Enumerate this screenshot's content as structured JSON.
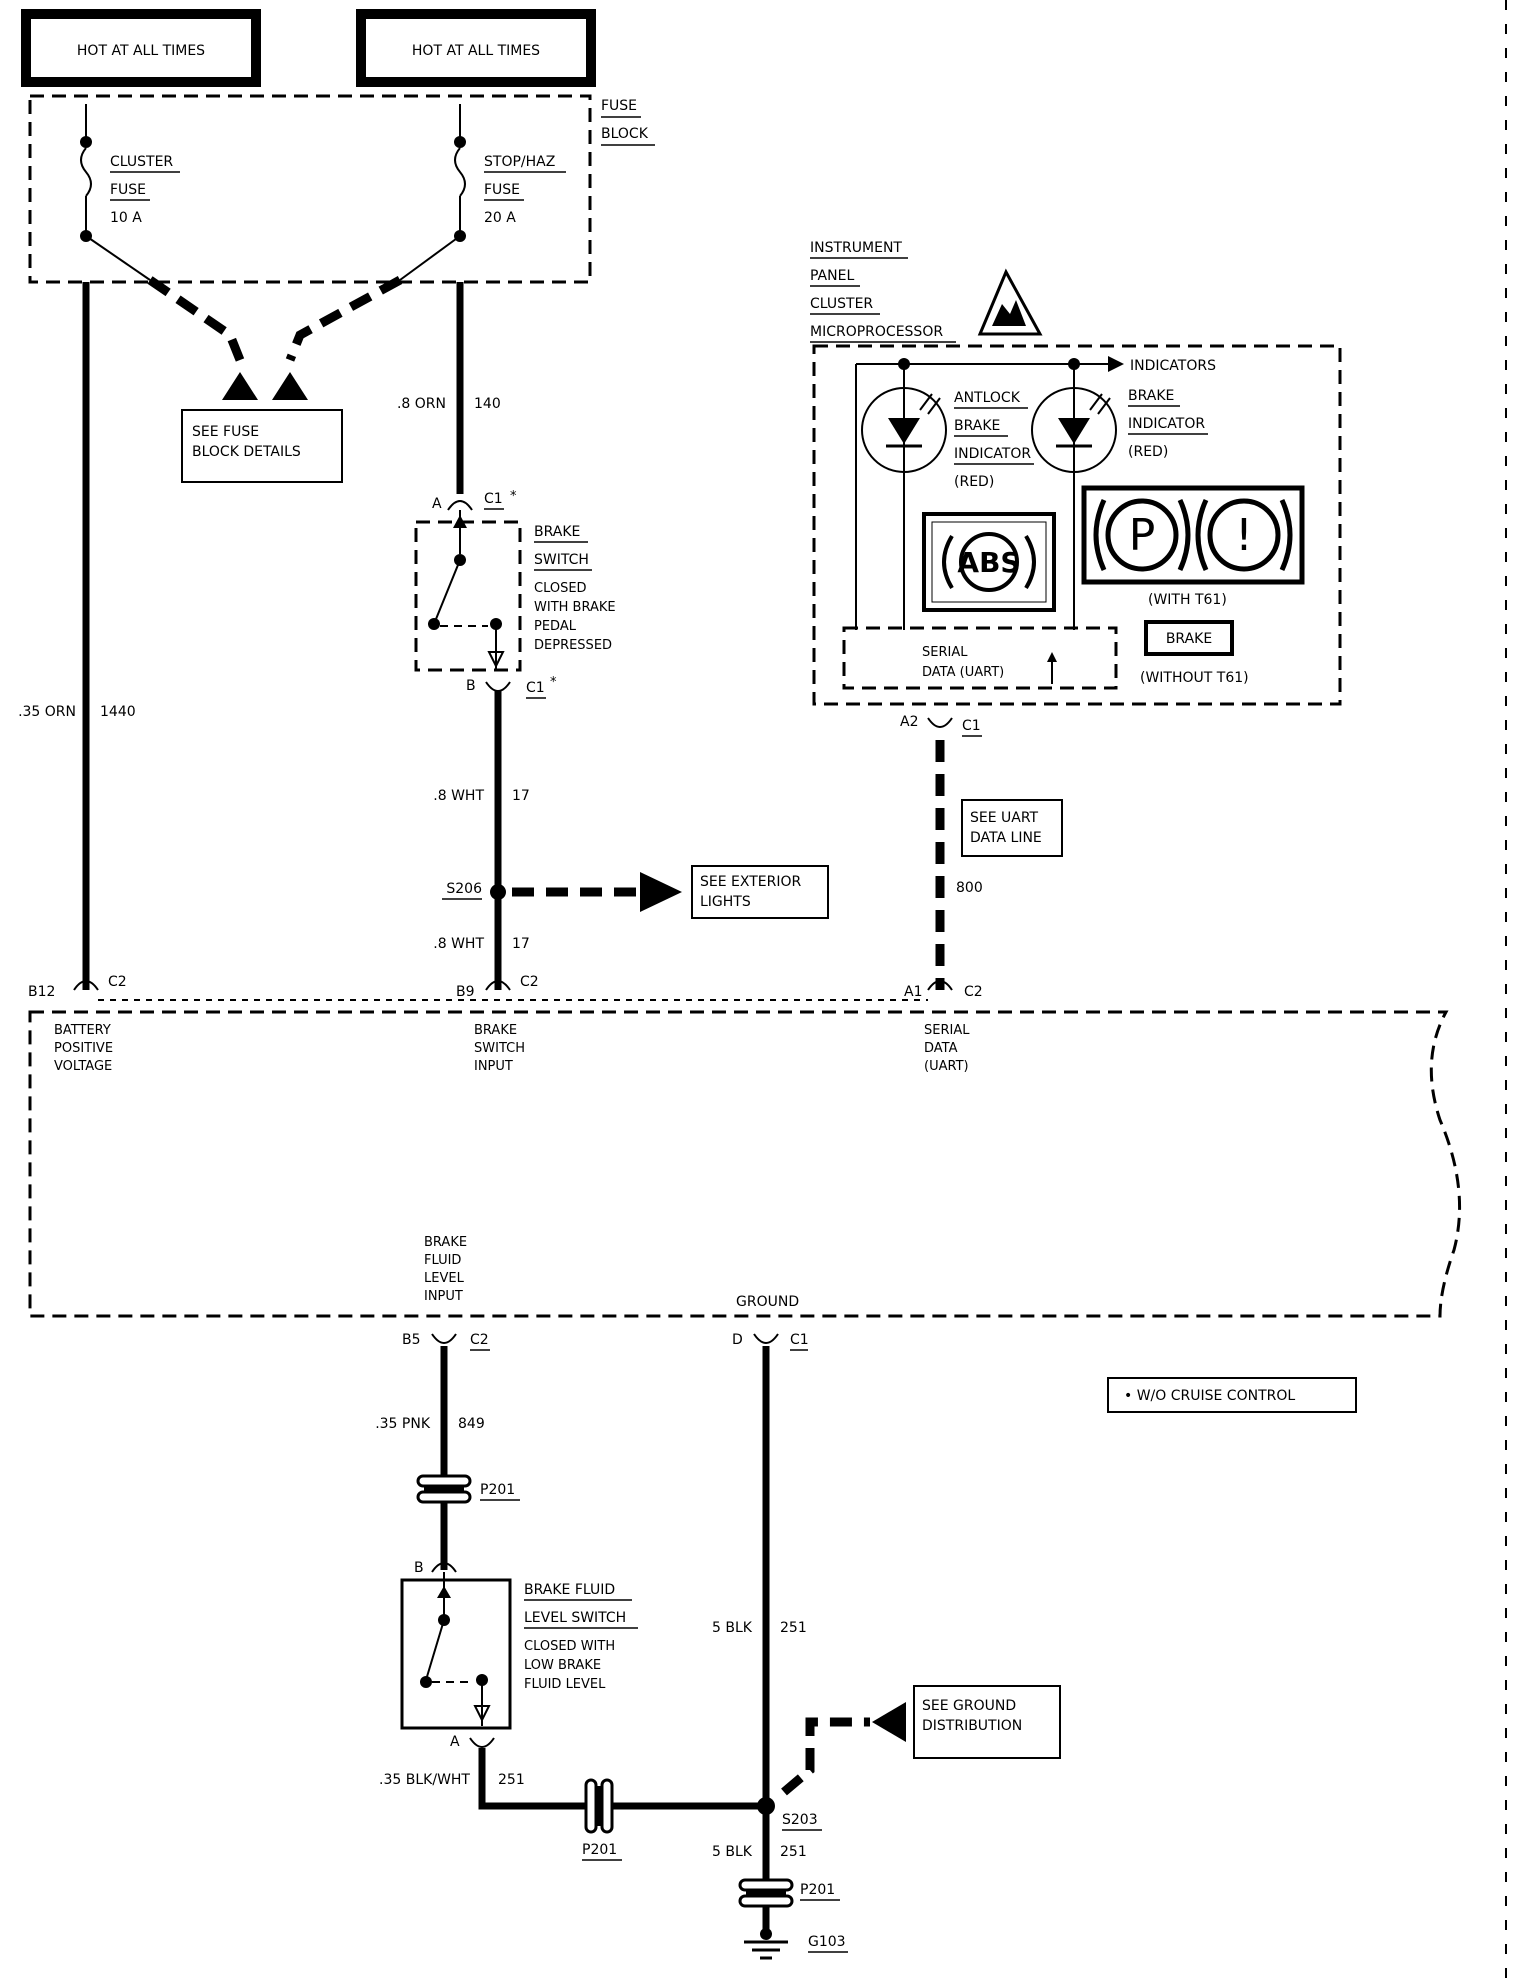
{
  "hot_boxes": [
    "HOT AT ALL TIMES",
    "HOT AT ALL TIMES"
  ],
  "fuse_block": {
    "line1": "FUSE",
    "line2": "BLOCK"
  },
  "fuse_left": {
    "name": "CLUSTER",
    "type": "FUSE",
    "rating": "10 A"
  },
  "fuse_right": {
    "name": "STOP/HAZ",
    "type": "FUSE",
    "rating": "20 A"
  },
  "see_fuse_block": {
    "line1": "SEE FUSE",
    "line2": "BLOCK DETAILS"
  },
  "wire_140": {
    "gauge": ".8 ORN",
    "circuit": "140"
  },
  "wire_1440": {
    "gauge": ".35 ORN",
    "circuit": "1440"
  },
  "brake_switch": {
    "top_pin": "A",
    "top_conn": "C1",
    "bottom_pin": "B",
    "bottom_conn": "C1",
    "star": "*",
    "title1": "BRAKE",
    "title2": "SWITCH",
    "desc1": "CLOSED",
    "desc2": "WITH BRAKE",
    "desc3": "PEDAL",
    "desc4": "DEPRESSED"
  },
  "wire_17a": {
    "gauge": ".8 WHT",
    "circuit": "17"
  },
  "splice_s206": "S206",
  "see_exterior": {
    "line1": "SEE EXTERIOR",
    "line2": "LIGHTS"
  },
  "wire_17b": {
    "gauge": ".8 WHT",
    "circuit": "17"
  },
  "ipc": {
    "title1": "INSTRUMENT",
    "title2": "PANEL",
    "title3": "CLUSTER",
    "title4": "MICROPROCESSOR",
    "indicators": "INDICATORS",
    "abs_label1": "ANTLOCK",
    "abs_label2": "BRAKE",
    "abs_label3": "INDICATOR",
    "abs_label4": "(RED)",
    "brake_label1": "BRAKE",
    "brake_label2": "INDICATOR",
    "brake_label3": "(RED)",
    "abs_symbol": "ABS",
    "p_symbol": "P",
    "excl_symbol": "!",
    "with_t61": "(WITH T61)",
    "brake_box": "BRAKE",
    "without_t61": "(WITHOUT T61)",
    "serial1": "SERIAL",
    "serial2": "DATA (UART)",
    "pin": "A2",
    "conn": "C1"
  },
  "see_uart": {
    "line1": "SEE UART",
    "line2": "DATA LINE"
  },
  "wire_800": {
    "circuit": "800"
  },
  "module_pins": [
    {
      "pin": "B12",
      "conn": "C2",
      "label1": "BATTERY",
      "label2": "POSITIVE",
      "label3": "VOLTAGE"
    },
    {
      "pin": "B9",
      "conn": "C2",
      "label1": "BRAKE",
      "label2": "SWITCH",
      "label3": "INPUT"
    },
    {
      "pin": "A1",
      "conn": "C2",
      "label1": "SERIAL",
      "label2": "DATA",
      "label3": "(UART)"
    }
  ],
  "module_bottom": {
    "fluid_input1": "BRAKE",
    "fluid_input2": "FLUID",
    "fluid_input3": "LEVEL",
    "fluid_input4": "INPUT",
    "b5_pin": "B5",
    "b5_conn": "C2",
    "ground": "GROUND",
    "d_pin": "D",
    "d_conn": "C1"
  },
  "note_cruise": "• W/O CRUISE CONTROL",
  "wire_849": {
    "gauge": ".35 PNK",
    "circuit": "849"
  },
  "p201_top": "P201",
  "fluid_switch": {
    "pin_b": "B",
    "pin_a": "A",
    "title1": "BRAKE FLUID",
    "title2": "LEVEL SWITCH",
    "desc1": "CLOSED WITH",
    "desc2": "LOW BRAKE",
    "desc3": "FLUID LEVEL"
  },
  "wire_251_vert": {
    "gauge": "5 BLK",
    "circuit": "251"
  },
  "see_ground": {
    "line1": "SEE GROUND",
    "line2": "DISTRIBUTION"
  },
  "wire_251_horiz": {
    "gauge": ".35 BLK/WHT",
    "circuit": "251"
  },
  "p201_mid": "P201",
  "splice_s203": "S203",
  "wire_251_low": {
    "gauge": "5 BLK",
    "circuit": "251"
  },
  "p201_bottom": "P201",
  "ground_g103": "G103"
}
